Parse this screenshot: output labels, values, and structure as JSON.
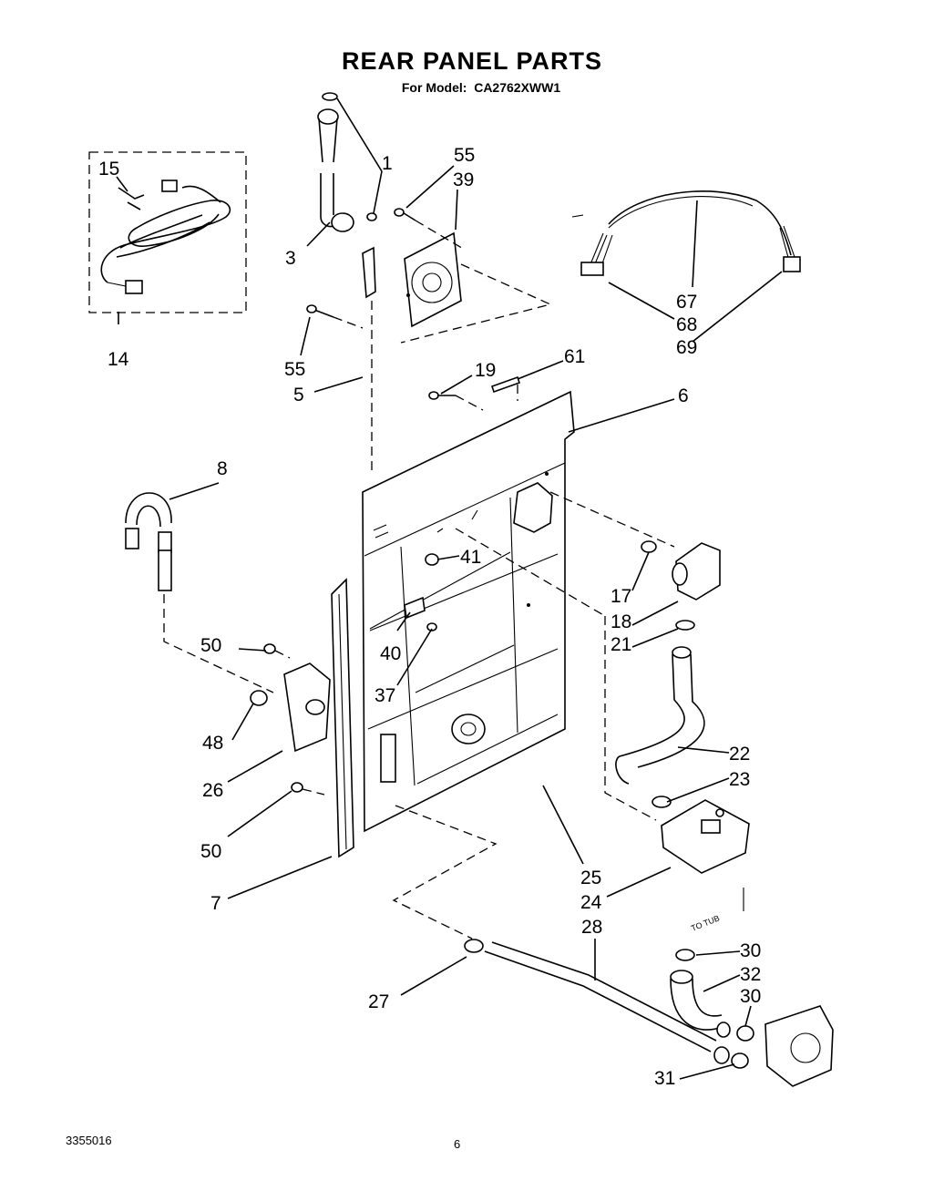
{
  "title": "REAR PANEL PARTS",
  "subtitle": {
    "model_label": "For Model:",
    "model_number": "CA2762XWW1"
  },
  "callouts": [
    "1",
    "3",
    "55",
    "39",
    "15",
    "14",
    "67",
    "68",
    "69",
    "55",
    "5",
    "19",
    "61",
    "6",
    "8",
    "41",
    "17",
    "18",
    "21",
    "50",
    "40",
    "37",
    "48",
    "26",
    "22",
    "23",
    "50",
    "25",
    "7",
    "24",
    "28",
    "30",
    "32",
    "30",
    "27",
    "31"
  ],
  "to_tub_label": "TO TUB",
  "footer": {
    "document_number": "3355016",
    "page_number": "6"
  }
}
